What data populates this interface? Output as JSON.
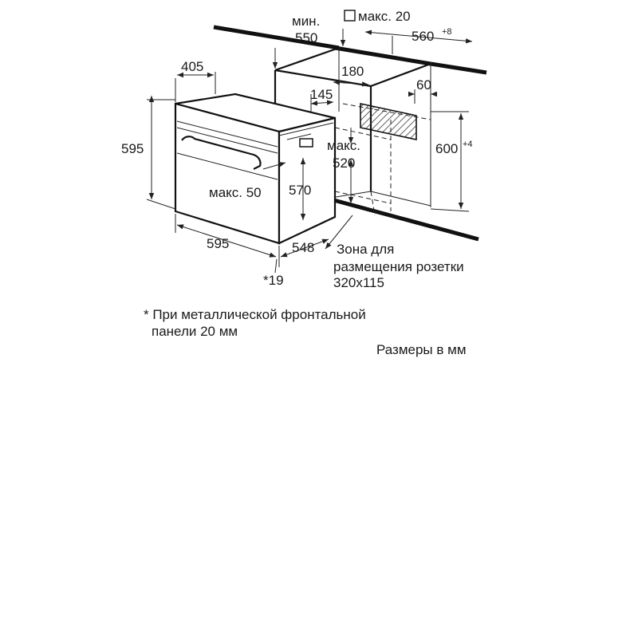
{
  "diagram": {
    "dims": {
      "min_label": "мин.",
      "min_550": "550",
      "max20_label": "макс. 20",
      "w560": "560",
      "w560_tol": "+8",
      "d405": "405",
      "w180": "180",
      "w60": "60",
      "w145": "145",
      "h595_left": "595",
      "max520_label": "макс.",
      "max520_value": "520",
      "h600": "600",
      "h600_tol": "+4",
      "max50": "макс. 50",
      "h570": "570",
      "w595_bottom": "595",
      "d548": "548",
      "note19": "*19"
    },
    "socket_zone": {
      "line1": "Зона для",
      "line2": "размещения розетки",
      "line3": "320x115"
    }
  },
  "footnote": {
    "line1": "* При металлической фронтальной",
    "line2": "панели 20 мм"
  },
  "units_note": "Размеры в мм"
}
